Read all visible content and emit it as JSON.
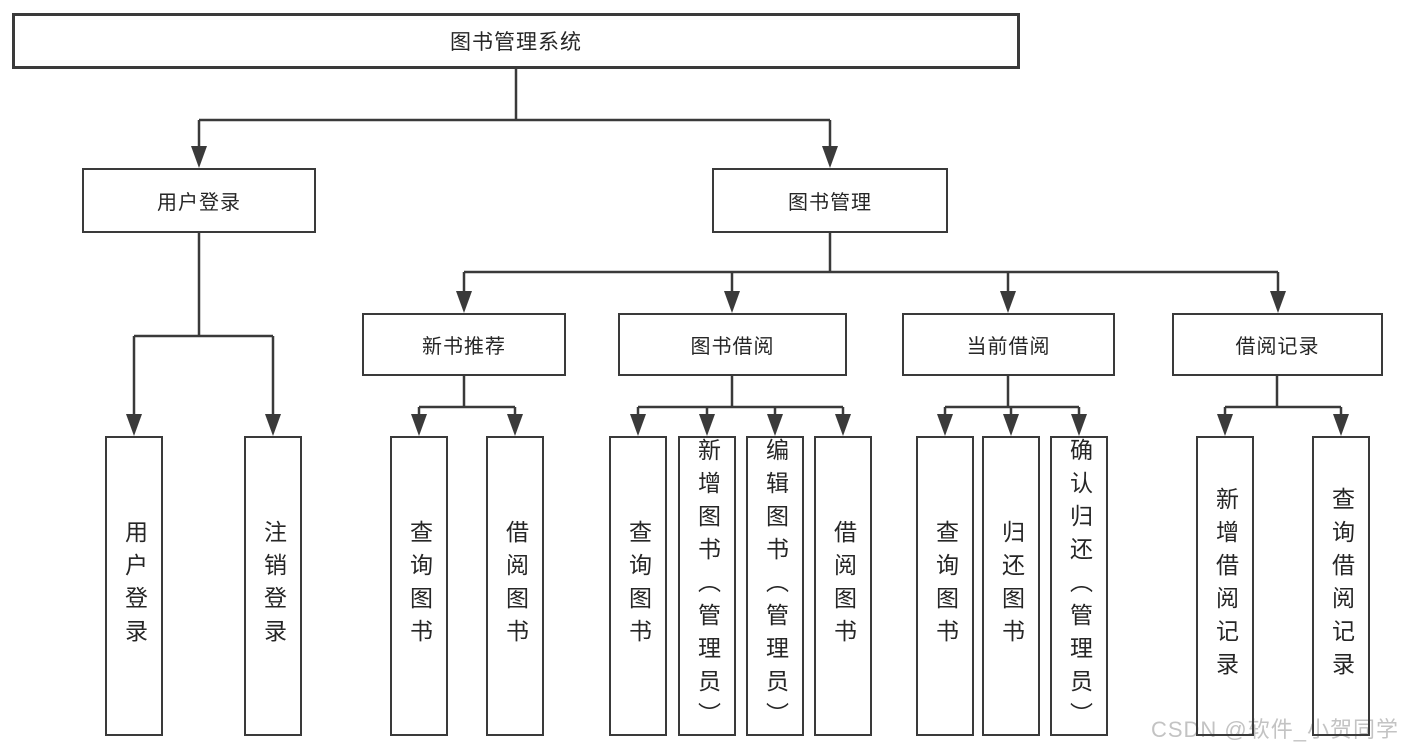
{
  "tree": {
    "root": "图书管理系统",
    "branches": [
      {
        "label": "用户登录",
        "children": [
          "用户登录",
          "注销登录"
        ]
      },
      {
        "label": "图书管理",
        "children": [
          {
            "label": "新书推荐",
            "children": [
              "查询图书",
              "借阅图书"
            ]
          },
          {
            "label": "图书借阅",
            "children": [
              "查询图书",
              "新增图书（管理员）",
              "编辑图书（管理员）",
              "借阅图书"
            ]
          },
          {
            "label": "当前借阅",
            "children": [
              "查询图书",
              "归还图书",
              "确认归还（管理员）"
            ]
          },
          {
            "label": "借阅记录",
            "children": [
              "新增借阅记录",
              "查询借阅记录"
            ]
          }
        ]
      }
    ]
  },
  "watermark": {
    "text": "CSDN @软件_小贺同学"
  },
  "colors": {
    "line": "#3a3a3a",
    "border": "#3a3a3a",
    "text": "#262626",
    "box_background": "#ffffff",
    "background": "#ffffff",
    "watermark": "#c3c3c3"
  }
}
